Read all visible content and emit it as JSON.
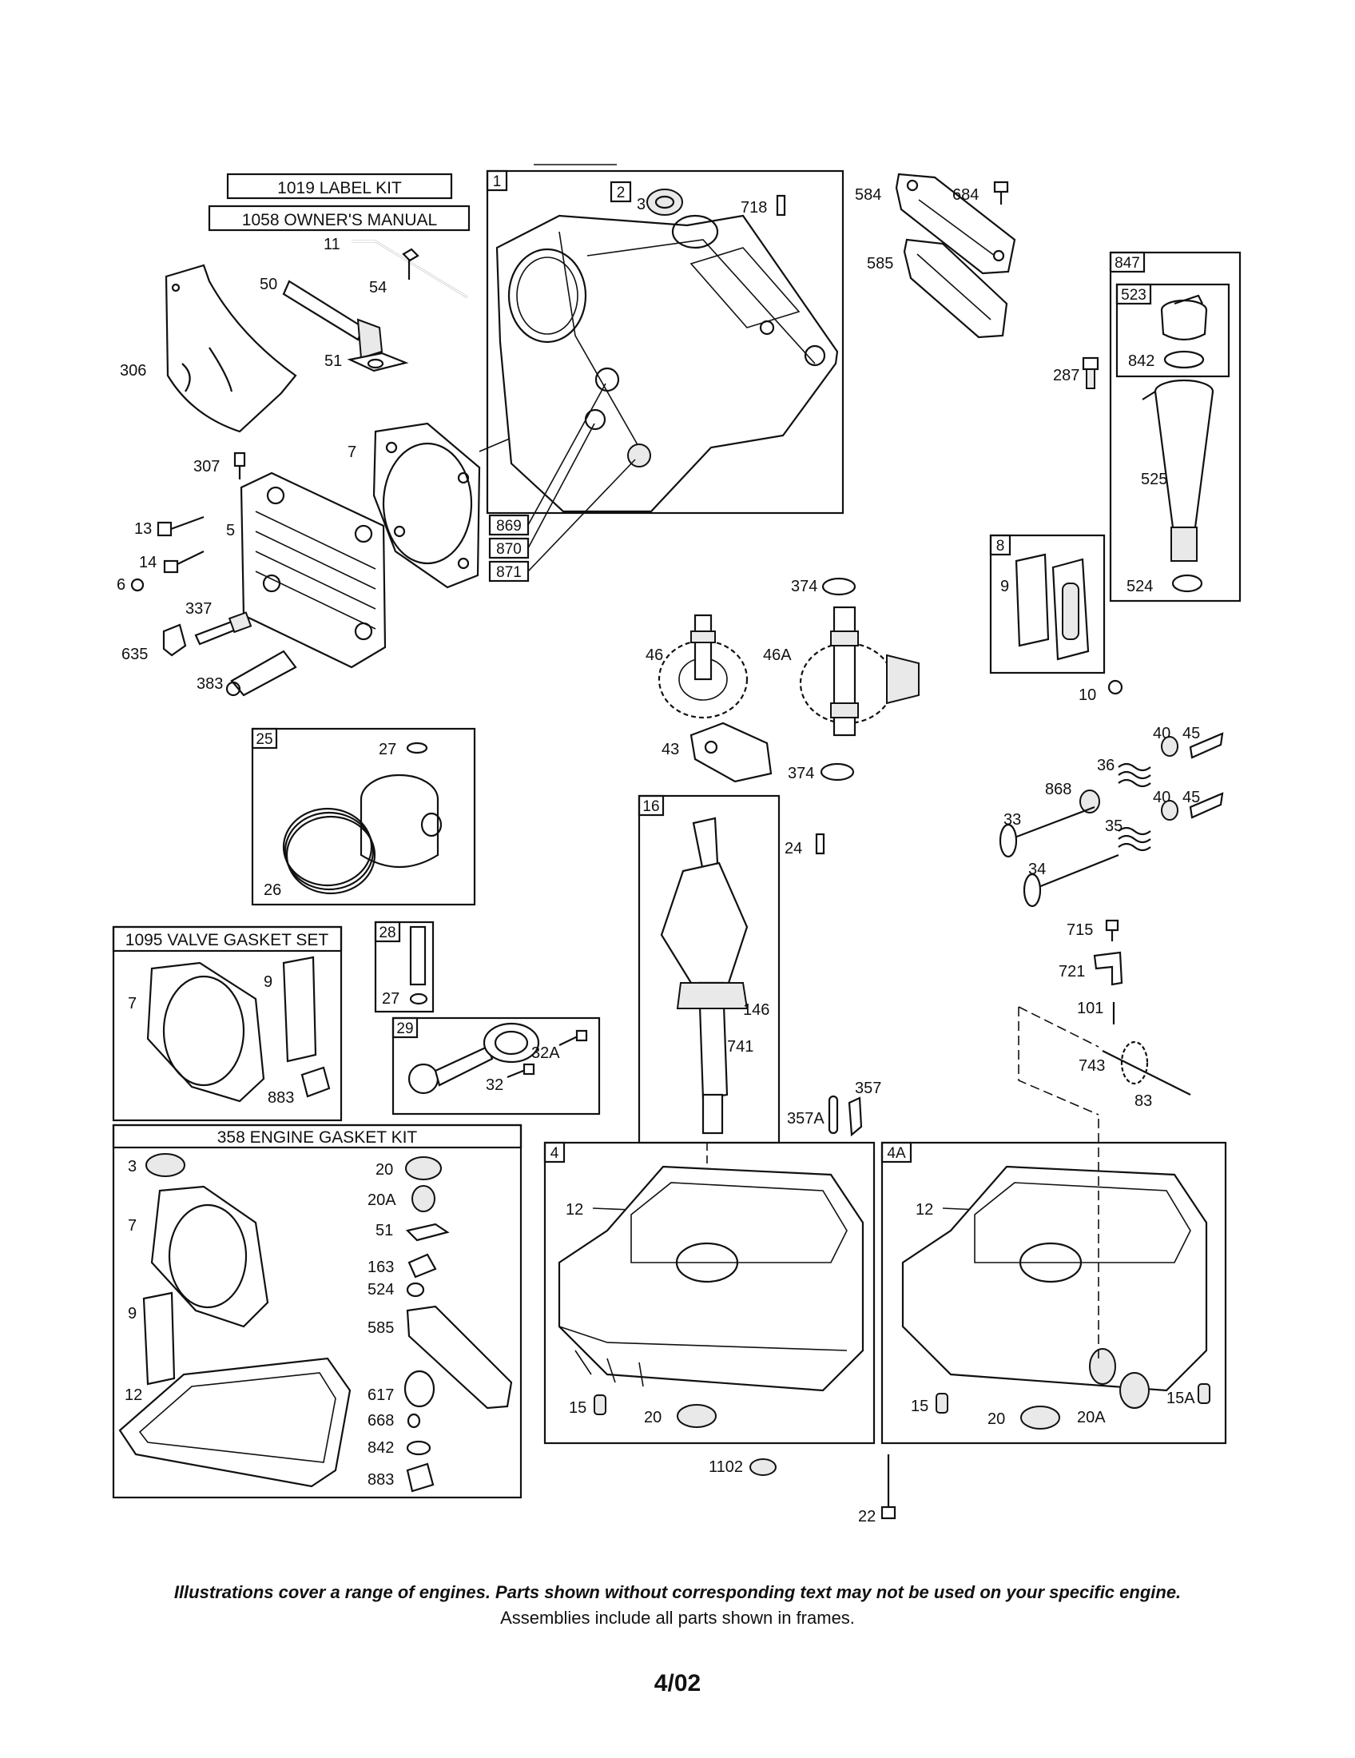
{
  "kits": {
    "label_kit": "1019 LABEL KIT",
    "owners_manual": "1058 OWNER'S MANUAL",
    "valve_gasket_set": "1095 VALVE GASKET SET",
    "engine_gasket_kit": "358 ENGINE GASKET KIT"
  },
  "frames": {
    "cylinder": "1",
    "seal": "2",
    "piston": "25",
    "pin": "28",
    "rod": "29",
    "crankshaft": "16",
    "sump": "4",
    "sump_alt": "4A",
    "breather": "8",
    "dipstick": "847",
    "dipstick_cap": "523",
    "port_869": "869",
    "port_870": "870",
    "port_871": "871"
  },
  "callouts": {
    "c3_top": "3",
    "c718": "718",
    "c584": "584",
    "c684": "684",
    "c585_top": "585",
    "c287": "287",
    "c842_top": "842",
    "c525": "525",
    "c524_top": "524",
    "c11": "11",
    "c50": "50",
    "c54": "54",
    "c51_top": "51",
    "c306": "306",
    "c307": "307",
    "c7_top": "7",
    "c13": "13",
    "c5": "5",
    "c14": "14",
    "c6": "6",
    "c337": "337",
    "c635": "635",
    "c383": "383",
    "c374_top": "374",
    "c46": "46",
    "c46a": "46A",
    "c43": "43",
    "c374_bot": "374",
    "c9_breather": "9",
    "c10": "10",
    "c40a": "40",
    "c45a": "45",
    "c36": "36",
    "c868": "868",
    "c40b": "40",
    "c45b": "45",
    "c33": "33",
    "c35": "35",
    "c34": "34",
    "c27_top": "27",
    "c26": "26",
    "c24": "24",
    "c146": "146",
    "c741": "741",
    "c357": "357",
    "c357a": "357A",
    "c27_pin": "27",
    "c32a": "32A",
    "c32": "32",
    "c7_valve": "7",
    "c9_valve": "9",
    "c883_valve": "883",
    "c715": "715",
    "c721": "721",
    "c101": "101",
    "c743": "743",
    "c83": "83",
    "c12_sump": "12",
    "c15_sump": "15",
    "c20_sump": "20",
    "c12_sump4a": "12",
    "c15_sump4a": "15",
    "c20_sump4a": "20",
    "c20a_sump4a": "20A",
    "c15a": "15A",
    "c1102": "1102",
    "c22": "22",
    "k3": "3",
    "k7": "7",
    "k9": "9",
    "k12": "12",
    "k20": "20",
    "k20a": "20A",
    "k51": "51",
    "k163": "163",
    "k524": "524",
    "k585": "585",
    "k617": "617",
    "k668": "668",
    "k842": "842",
    "k883": "883"
  },
  "footer": {
    "disclaimer": "Illustrations cover a range of engines. Parts shown without corresponding text may not be used on your specific engine.",
    "note": "Assemblies include all parts shown in frames.",
    "page_date": "4/02"
  }
}
